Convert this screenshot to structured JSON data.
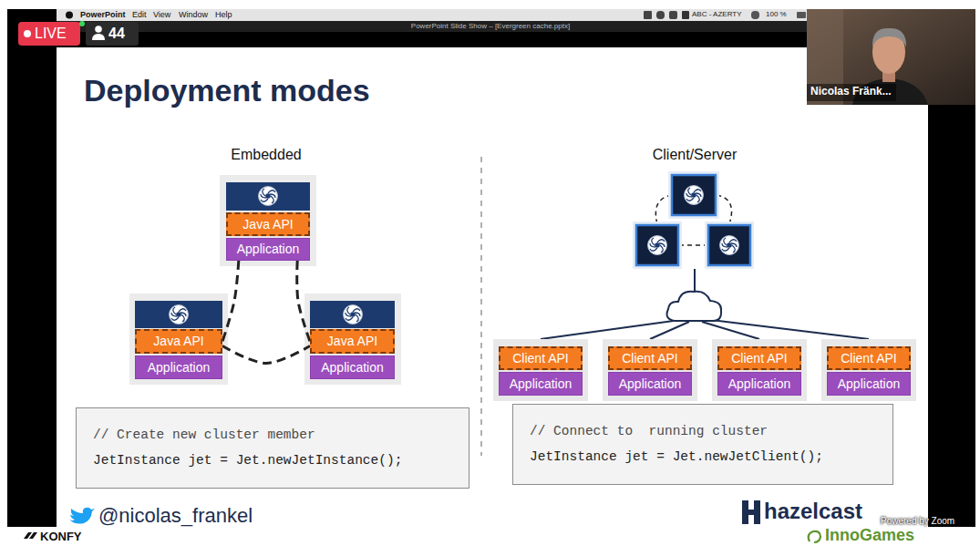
{
  "diagram": {
    "title": "Deployment modes",
    "nodes": [
      {
        "text": [
          "Java API"
        ]
      },
      {
        "text": [
          "Application"
        ]
      },
      {
        "text": [
          "Java API"
        ]
      },
      {
        "text": [
          "Application"
        ]
      },
      {
        "text": [
          "Java API"
        ]
      },
      {
        "text": [
          "Application"
        ]
      },
      {
        "text": [
          "// Create new cluster member",
          "JetInstance jet = Jet.newJetInstance();"
        ]
      },
      {
        "text": [
          "Client API"
        ]
      },
      {
        "text": [
          "Application"
        ]
      },
      {
        "text": [
          "Client API"
        ]
      },
      {
        "text": [
          "Application"
        ]
      },
      {
        "text": [
          "Client API"
        ]
      },
      {
        "text": [
          "Application"
        ]
      },
      {
        "text": [
          "Client API"
        ]
      },
      {
        "text": [
          "Application"
        ]
      },
      {
        "text": [
          "// Connect to  running cluster",
          "JetInstance jet = Jet.newJetClient();"
        ]
      }
    ],
    "edges": [
      {
        "from": 1,
        "to": 2,
        "arrow": "none"
      },
      {
        "from": 2,
        "to": 4,
        "arrow": "none"
      },
      {
        "from": 1,
        "to": 4,
        "arrow": "none"
      }
    ],
    "labels": [
      "PowerPoint",
      "Edit",
      "View",
      "Window",
      "Help",
      "PowerPoint Slide Show – [Evergreen cache.pptx]",
      "ABC - AZERTY",
      "100 %",
      "LIVE",
      "44",
      "Nicolas Fränk...",
      "Embedded",
      "Client/Server",
      "@nicolas_frankel",
      "hazelcast",
      "Powered by Zoom",
      "KONFY",
      "InnoGames"
    ]
  }
}
